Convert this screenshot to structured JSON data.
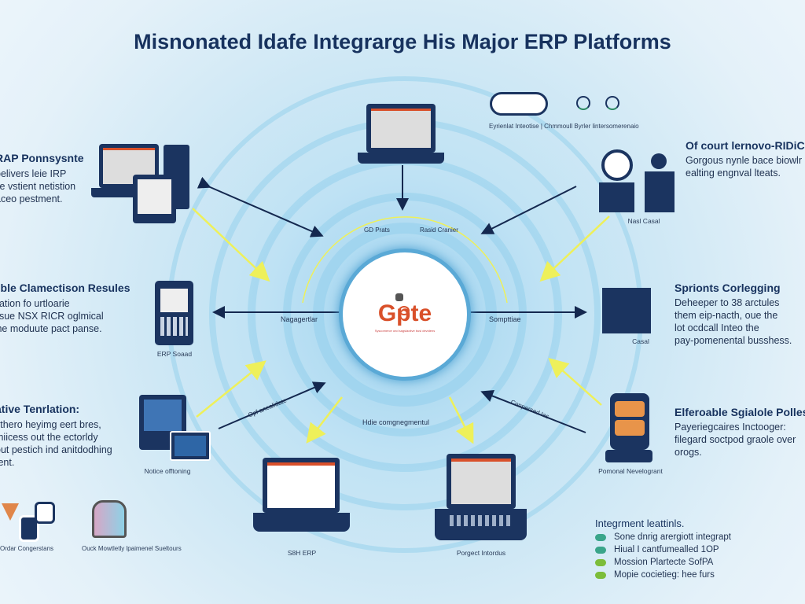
{
  "title": "Misnonated Idafe Integrarge His Major ERP Platforms",
  "center": {
    "logo": "Gpte",
    "tagline": "Syscomerce ond sagslaotive busl devidens"
  },
  "ring_labels": {
    "top_left": "GD Prats",
    "top_right": "Rasid Cranier",
    "left": "Nagagertlar",
    "right": "Sompttiae",
    "bottom": "Hdie comgnegmentul",
    "bottom_left": "Opf anealidate",
    "bottom_right": "Conpersed Ias"
  },
  "left_blocks": [
    {
      "title": "RAP Ponnsysnte",
      "lines": [
        "pelivers leie IRP",
        "ile vstient netistion",
        "aceo pestment."
      ]
    },
    {
      "title": "uble Clamectison Resules",
      "lines": [
        "nation fo urtloarie",
        "esue NSX RICR oglmical",
        "the moduute pact panse."
      ]
    },
    {
      "title": "ative Tenrlation:",
      "lines": [
        "ythero heyimg eert bres,",
        "miicess out the ectorldy",
        "out pestich ind anitdodhing",
        "tent."
      ]
    }
  ],
  "right_blocks": [
    {
      "title": "Of court lernovo-RIDiC",
      "lines": [
        "Gorgous nynle bace biowlr",
        "ealting engnval lteats."
      ]
    },
    {
      "title": "Sprionts Corlegging",
      "lines": [
        "Deheeper to 38 arctules",
        "them eip-nacth, oue the",
        "lot ocdcall Inteo the",
        "pay-pomenental busshess."
      ]
    },
    {
      "title": "Elferoable Sgialole Polles",
      "lines": [
        "Payeriegcaires Inctooger:",
        "filegard soctpod graole over",
        "orogs."
      ]
    }
  ],
  "device_captions": {
    "left_mid": "ERP Soaad",
    "left_bottom": "Notice offtoning",
    "bottom_left": "S8H ERP",
    "bottom_right": "Porgect Intordus",
    "right_top": "Nasl Casal",
    "right_mid": "Casal",
    "right_bottom": "Pomonal Nevelogrant"
  },
  "top_right_caption": {
    "left": "Eyrienlat Inteotise",
    "sep": "|",
    "right": "Chmmoull Byrler lintersomerenaio"
  },
  "bottom_left_captions": [
    "Ordar Congerstans",
    "Ouck Mowtletly lpaimenel Sueltours"
  ],
  "legend": {
    "title": "Integrment leattinls.",
    "items": [
      {
        "label": "Sone dnrig arergiott integrapt",
        "color": "#3aa58a"
      },
      {
        "label": "Hiual I cantfumealled 1OP",
        "color": "#3aa58a"
      },
      {
        "label": "Mossion Plartecte SofPA",
        "color": "#7cbd3a"
      },
      {
        "label": "Mopie cocietieg: hee furs",
        "color": "#7cbd3a"
      }
    ]
  }
}
